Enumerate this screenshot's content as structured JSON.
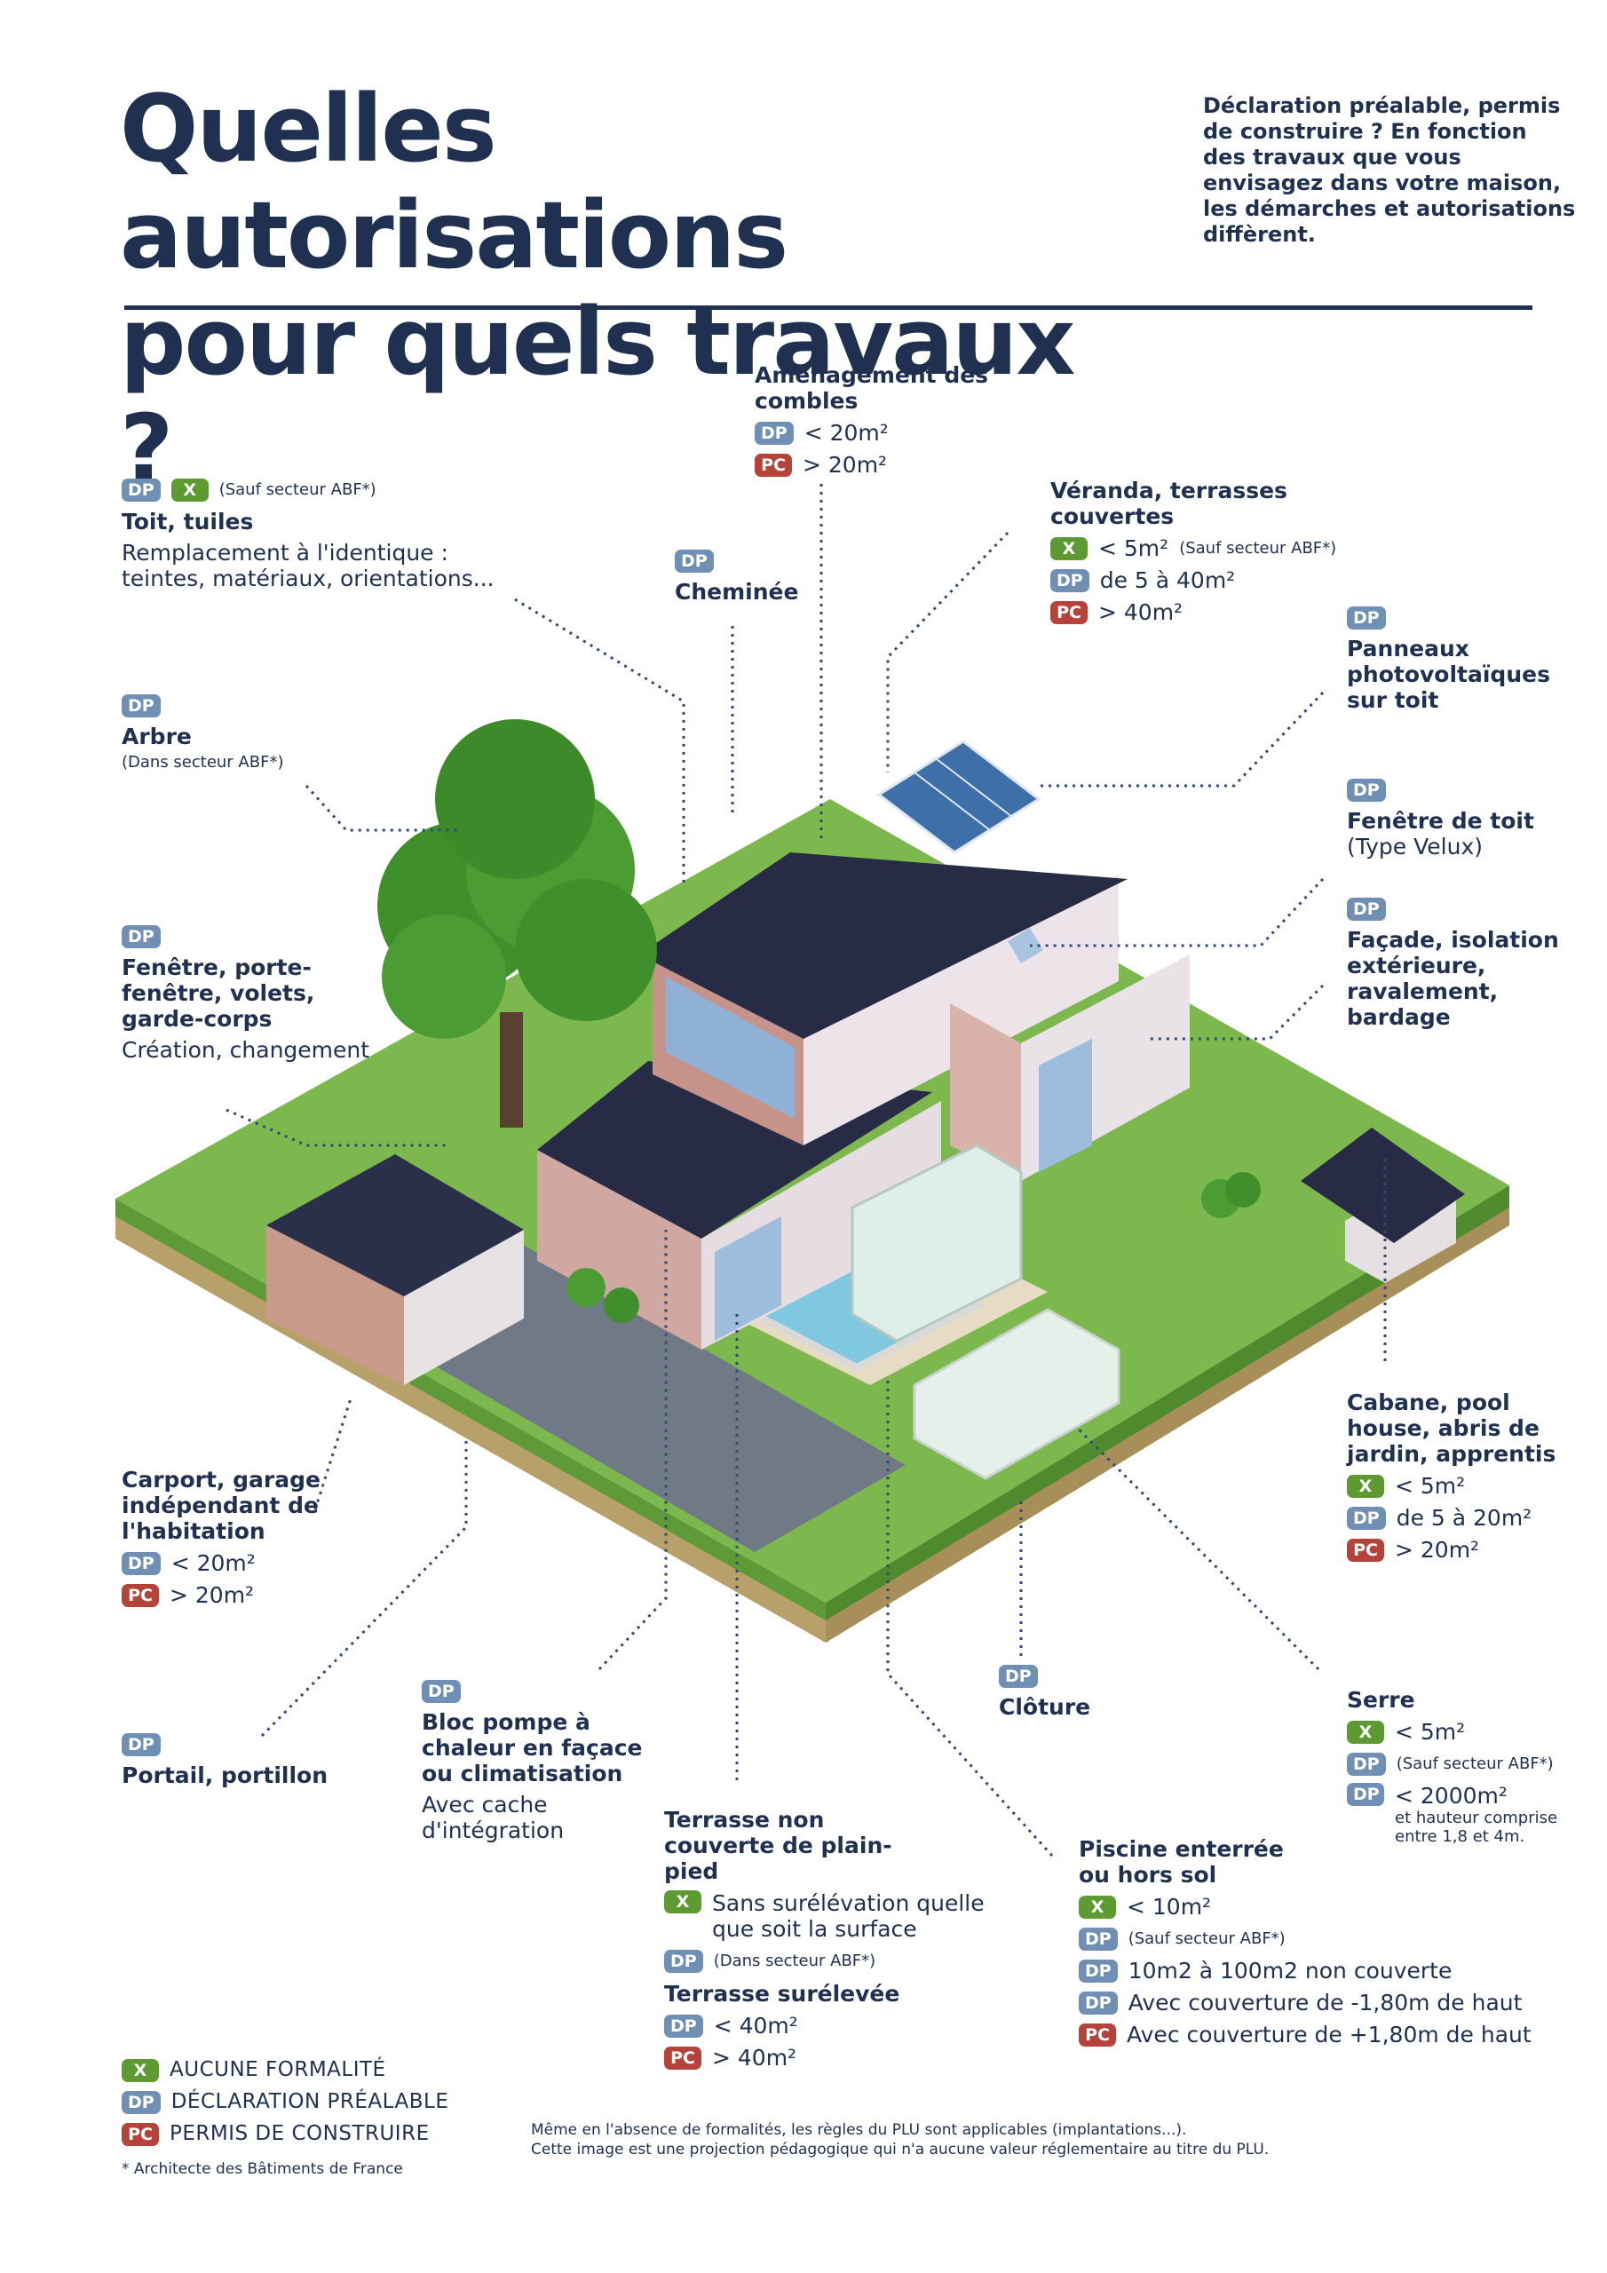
{
  "header": {
    "title_line1": "Quelles autorisations",
    "title_line2": "pour quels travaux ?",
    "intro": "Déclaration préalable, permis de construire ? En fonction des travaux que vous envisagez dans votre maison, les démarches et autorisations diffèrent."
  },
  "badges": {
    "dp": "DP",
    "pc": "PC",
    "x": "X"
  },
  "colors": {
    "dp": "#6f8fb5",
    "pc": "#b5433a",
    "x": "#5e9a32",
    "navy": "#1f3050"
  },
  "items": {
    "toit": {
      "note": "(Sauf secteur ABF*)",
      "title": "Toit, tuiles",
      "desc": "Remplacement à l'identique : teintes, matériaux, orientations..."
    },
    "combles": {
      "title": "Aménagement des combles",
      "dp_rule": "< 20m²",
      "pc_rule": "> 20m²"
    },
    "cheminee": {
      "title": "Cheminée"
    },
    "veranda": {
      "title": "Véranda, terrasses couvertes",
      "x_rule": "< 5m²",
      "x_note": "(Sauf secteur ABF*)",
      "dp_rule": "de 5 à 40m²",
      "pc_rule": "> 40m²"
    },
    "panneaux": {
      "title": "Panneaux photovoltaïques sur toit"
    },
    "arbre": {
      "title": "Arbre",
      "note": "(Dans secteur ABF*)"
    },
    "fenetre_toit": {
      "title": "Fenêtre de toit",
      "desc": "(Type Velux)"
    },
    "facade": {
      "title": "Façade, isolation extérieure, ravalement, bardage"
    },
    "fenetre": {
      "title": "Fenêtre, porte-fenêtre, volets, garde-corps",
      "desc": "Création, changement"
    },
    "cabane": {
      "title": "Cabane, pool house, abris de jardin, apprentis",
      "x_rule": "< 5m²",
      "dp_rule": "de 5 à 20m²",
      "pc_rule": "> 20m²"
    },
    "carport": {
      "title": "Carport, garage indépendant de l'habitation",
      "dp_rule": "< 20m²",
      "pc_rule": "> 20m²"
    },
    "cloture": {
      "title": "Clôture"
    },
    "serre": {
      "title": "Serre",
      "x_rule": "< 5m²",
      "dp1_note": "(Sauf secteur ABF*)",
      "dp2_rule": "< 2000m²",
      "dp2_note": "et hauteur comprise entre 1,8 et 4m."
    },
    "portail": {
      "title": "Portail, portillon"
    },
    "pompe": {
      "title": "Bloc pompe à chaleur en façace ou climatisation",
      "desc": "Avec cache d'intégration"
    },
    "terrasse": {
      "title": "Terrasse non couverte de plain-pied",
      "x_rule": "Sans surélévation quelle que soit la surface",
      "dp_note": "(Dans secteur ABF*)",
      "title2": "Terrasse surélevée",
      "dp_rule": "< 40m²",
      "pc_rule": "> 40m²"
    },
    "piscine": {
      "title": "Piscine enterrée ou hors sol",
      "x_rule": "< 10m²",
      "dp1_note": "(Sauf secteur ABF*)",
      "dp2_rule": "10m2 à 100m2 non couverte",
      "dp3_rule": "Avec couverture de -1,80m de haut",
      "pc_rule": "Avec couverture de +1,80m de haut"
    }
  },
  "legend": {
    "x": "AUCUNE FORMALITÉ",
    "dp": "DÉCLARATION PRÉALABLE",
    "pc": "PERMIS DE CONSTRUIRE",
    "footnote": "* Architecte des Bâtiments de France"
  },
  "disclaimer": {
    "line1": "Même en l'absence de formalités, les règles du PLU sont applicables (implantations...).",
    "line2": "Cette image est une projection pédagogique qui n'a aucune valeur réglementaire au titre du PLU."
  }
}
